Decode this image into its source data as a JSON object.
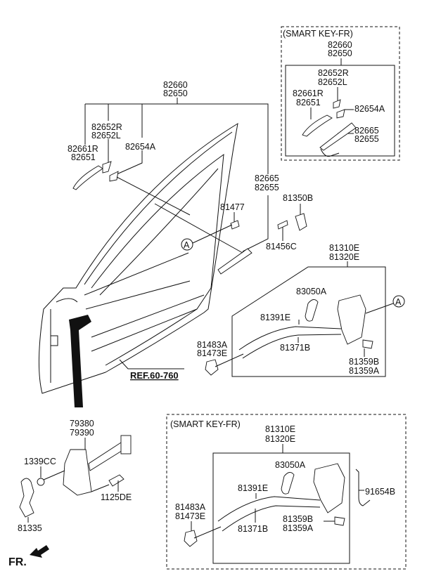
{
  "diagram": {
    "top_smart_key": {
      "caption": "(SMART KEY-FR)",
      "assembly": [
        "82660",
        "82650"
      ],
      "handle_cover": [
        "82652R",
        "82652L"
      ],
      "handle": [
        "82661R",
        "82651"
      ],
      "pad": "82654A",
      "base": [
        "82665",
        "82655"
      ]
    },
    "main": {
      "assembly": [
        "82660",
        "82650"
      ],
      "handle_cover": [
        "82652R",
        "82652L"
      ],
      "handle": [
        "82661R",
        "82651"
      ],
      "pad": "82654A",
      "base": [
        "82665",
        "82655"
      ],
      "bolt": "81477",
      "key_cylinder": "81350B",
      "screw": "81456C",
      "ref_marker": "A",
      "reference": "REF.60-760"
    },
    "latch": {
      "assembly": [
        "81310E",
        "81320E"
      ],
      "cover": "83050A",
      "cable_outer": "81391E",
      "cable_inner": "81371B",
      "clip": [
        "81483A",
        "81473E"
      ],
      "bumper": [
        "81359B",
        "81359A"
      ],
      "ref_marker": "A"
    },
    "checker": {
      "checker": [
        "79380",
        "79390"
      ],
      "nut": "1339CC",
      "bolt": "1125DE",
      "striker": "81335"
    },
    "bottom_smart_key": {
      "caption": "(SMART KEY-FR)",
      "assembly": [
        "81310E",
        "81320E"
      ],
      "cover": "83050A",
      "cable_outer": "81391E",
      "cable_inner": "81371B",
      "clip": [
        "81483A",
        "81473E"
      ],
      "bumper": [
        "81359B",
        "81359A"
      ],
      "sensor": "91654B"
    },
    "direction": "FR."
  }
}
